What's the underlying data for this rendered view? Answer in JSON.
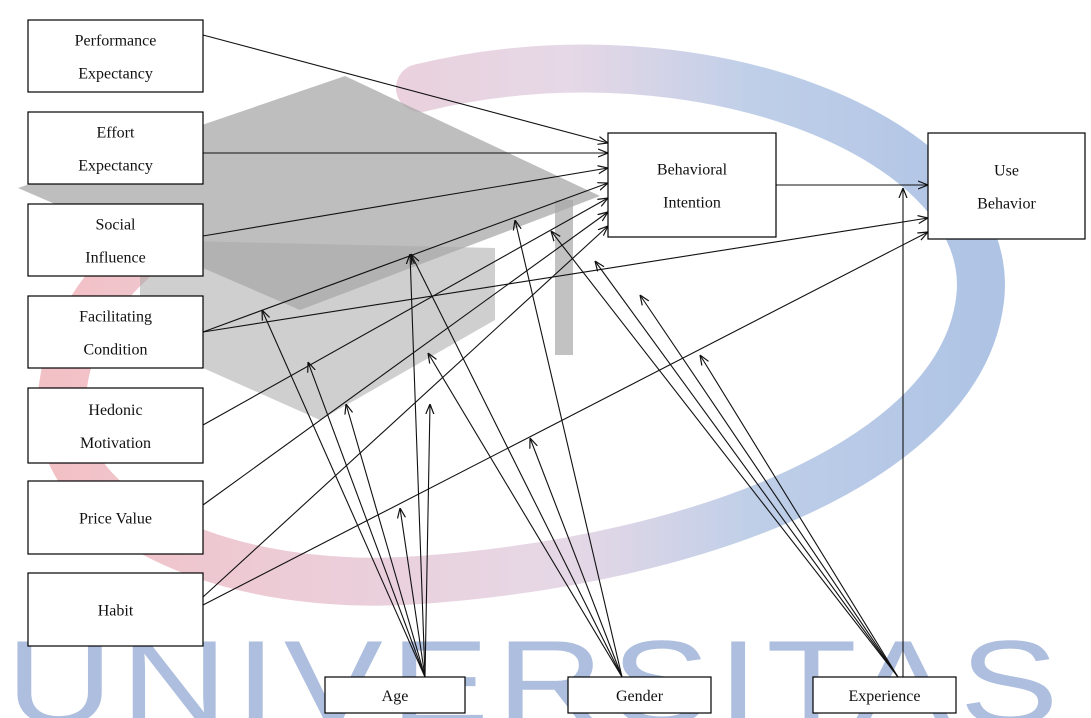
{
  "diagram": {
    "constructs": [
      {
        "id": "pe",
        "lines": [
          "Performance",
          "Expectancy"
        ]
      },
      {
        "id": "ee",
        "lines": [
          "Effort",
          "Expectancy"
        ]
      },
      {
        "id": "si",
        "lines": [
          "Social",
          "Influence"
        ]
      },
      {
        "id": "fc",
        "lines": [
          "Facilitating",
          "Condition"
        ]
      },
      {
        "id": "hm",
        "lines": [
          "Hedonic",
          "Motivation"
        ]
      },
      {
        "id": "pv",
        "lines": [
          "Price Value"
        ]
      },
      {
        "id": "hab",
        "lines": [
          "Habit"
        ]
      }
    ],
    "outcomes": [
      {
        "id": "bi",
        "lines": [
          "Behavioral",
          "Intention"
        ]
      },
      {
        "id": "ub",
        "lines": [
          "Use",
          "Behavior"
        ]
      }
    ],
    "moderators": [
      {
        "id": "age",
        "lines": [
          "Age"
        ]
      },
      {
        "id": "gender",
        "lines": [
          "Gender"
        ]
      },
      {
        "id": "exp",
        "lines": [
          "Experience"
        ]
      }
    ]
  },
  "watermark": {
    "text": "UNIVERSITAS",
    "colors": {
      "red": "#e8a0a8",
      "blue": "#9bb4d9",
      "gray": "#a9a9a9"
    }
  }
}
